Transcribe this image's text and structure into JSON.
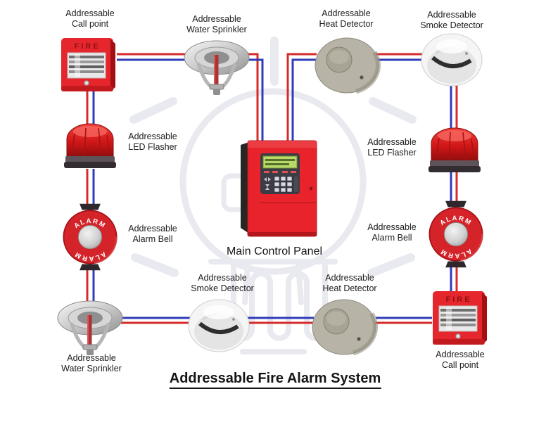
{
  "title": "Addressable Fire Alarm System",
  "panel": {
    "label": "Main Control Panel"
  },
  "devices": {
    "top_call_point": {
      "type": "manual-call-point",
      "label": [
        "Addressable",
        "Call point"
      ]
    },
    "top_water_sprinkler": {
      "type": "water-sprinkler",
      "label": [
        "Addressable",
        "Water Sprinkler"
      ]
    },
    "top_heat_detector": {
      "type": "heat-detector",
      "label": [
        "Addressable",
        "Heat Detector"
      ]
    },
    "top_smoke_detector": {
      "type": "smoke-detector",
      "label": [
        "Addressable",
        "Smoke Detector"
      ]
    },
    "left_led_flasher": {
      "type": "led-flasher",
      "label": [
        "Addressable",
        "LED Flasher"
      ]
    },
    "left_alarm_bell": {
      "type": "alarm-bell",
      "label": [
        "Addressable",
        "Alarm Bell"
      ]
    },
    "bottom_water_sprinkler": {
      "type": "water-sprinkler",
      "label": [
        "Addressable",
        "Water Sprinkler"
      ]
    },
    "bottom_smoke_detector": {
      "type": "smoke-detector",
      "label": [
        "Addressable",
        "Smoke Detector"
      ]
    },
    "bottom_heat_detector": {
      "type": "heat-detector",
      "label": [
        "Addressable",
        "Heat Detector"
      ]
    },
    "bottom_call_point": {
      "type": "manual-call-point",
      "label": [
        "Addressable",
        "Call point"
      ]
    },
    "right_led_flasher": {
      "type": "led-flasher",
      "label": [
        "Addressable",
        "LED Flasher"
      ]
    },
    "right_alarm_bell": {
      "type": "alarm-bell",
      "label": [
        "Addressable",
        "Alarm Bell"
      ]
    }
  },
  "device_markings": {
    "call_point_text": "FIRE",
    "alarm_bell_text_top": "ALARM",
    "alarm_bell_text_bottom": "ALARM"
  },
  "wire_colors": {
    "red": "#d62b2b",
    "blue": "#2e3cb8"
  },
  "accent_colors": {
    "device_red": "#e5262c",
    "panel_red": "#e8232b",
    "lcd_green": "#b8d96a"
  }
}
